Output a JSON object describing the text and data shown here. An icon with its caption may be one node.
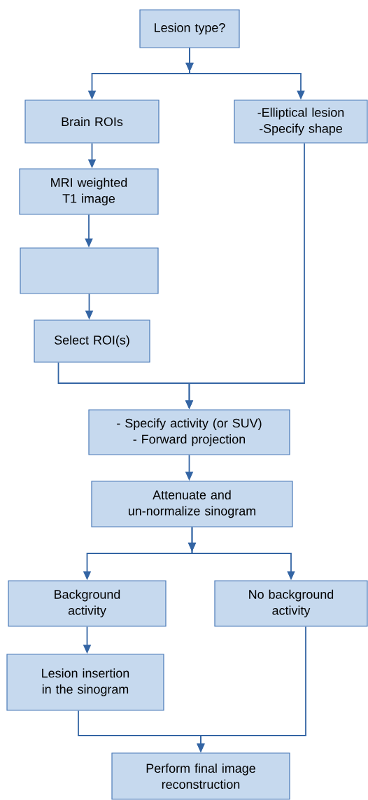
{
  "diagram": {
    "nodes": [
      {
        "text": [
          "Lesion type?"
        ]
      },
      {
        "text": [
          "Brain ROIs"
        ]
      },
      {
        "text": [
          "-Elliptical lesion -Specify shape"
        ]
      },
      {
        "text": [
          "MRI weighted T1 image"
        ]
      },
      {
        "text": [],
        "shape": "box"
      },
      {
        "text": [
          "Select ROI(s)"
        ]
      },
      {
        "text": [
          "- Specify activity (or SUV) - Forward projection"
        ]
      },
      {
        "text": [
          "Attenuate and un-normalize sinogram"
        ]
      },
      {
        "text": [
          "Background activity"
        ]
      },
      {
        "text": [
          "No background activity"
        ]
      },
      {
        "text": [
          "Lesion insertion in the sinogram"
        ]
      },
      {
        "text": [
          "Perform final image reconstruction"
        ]
      }
    ],
    "edges": [
      {
        "from": 0,
        "to": 1,
        "arrow": "to"
      },
      {
        "from": 0,
        "to": 2,
        "arrow": "to"
      },
      {
        "from": 1,
        "to": 3,
        "arrow": "to"
      },
      {
        "from": 3,
        "to": 4,
        "arrow": "to"
      },
      {
        "from": 4,
        "to": 5,
        "arrow": "to"
      },
      {
        "from": 5,
        "to": 6,
        "arrow": "to"
      },
      {
        "from": 2,
        "to": 6,
        "arrow": "to"
      },
      {
        "from": 6,
        "to": 7,
        "arrow": "to"
      },
      {
        "from": 7,
        "to": 8,
        "arrow": "to"
      },
      {
        "from": 7,
        "to": 9,
        "arrow": "to"
      },
      {
        "from": 8,
        "to": 10,
        "arrow": "to"
      },
      {
        "from": 10,
        "to": 11,
        "arrow": "to"
      },
      {
        "from": 9,
        "to": 11,
        "arrow": "to"
      }
    ]
  }
}
